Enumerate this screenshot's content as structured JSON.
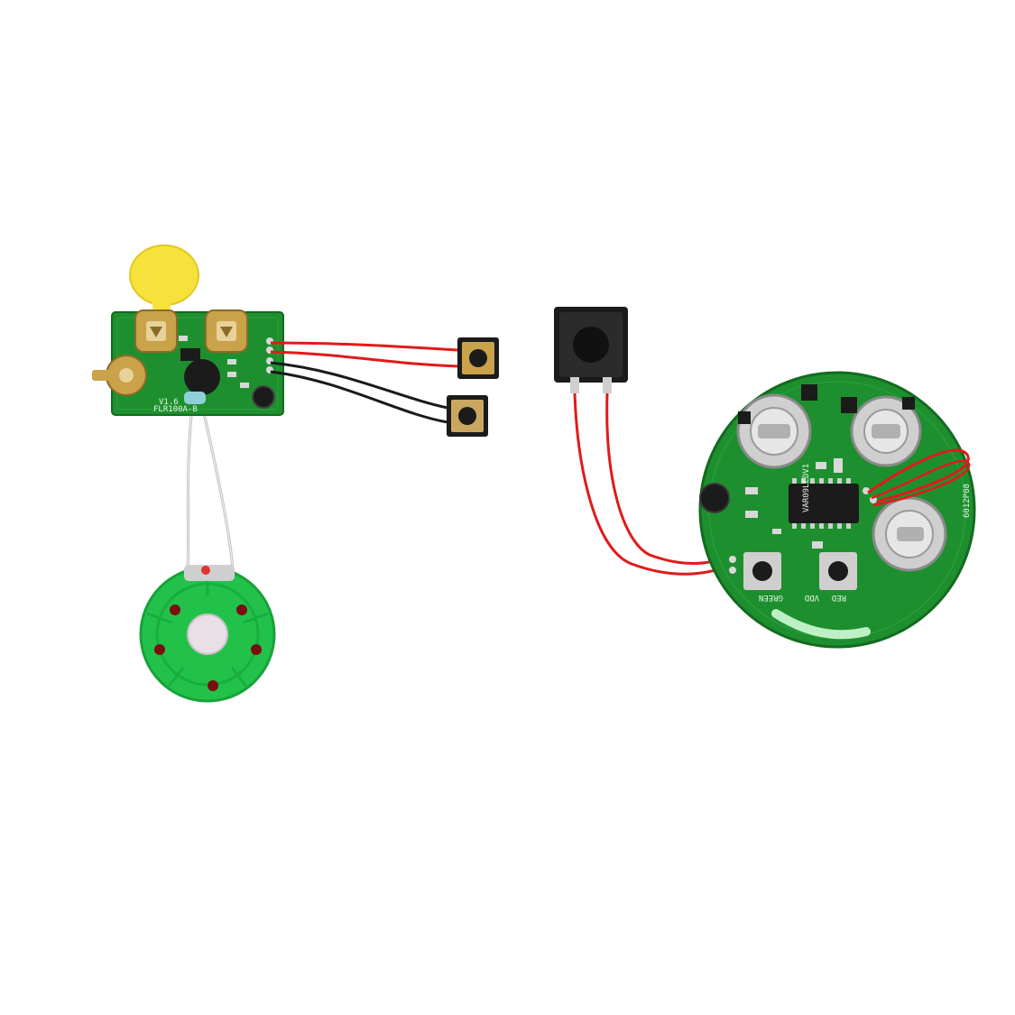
{
  "image": {
    "background": "#ffffff",
    "colors": {
      "pcb_green": "#1e8f2e",
      "pcb_dark": "#136b20",
      "speaker_green": "#22c24a",
      "wire_red": "#e11a1a",
      "wire_black": "#1a1a1a",
      "battery_gold": "#c9a24a",
      "silver": "#cfcfcf",
      "chip_black": "#1b1b1b",
      "yellow_cap": "#f6e23a"
    }
  },
  "left_module": {
    "board_labels": {
      "version": "V1.6",
      "model": "FLR100A-B"
    }
  },
  "right_module": {
    "board_labels": {
      "green": "GREEN",
      "vdd": "VDD",
      "red": "RED",
      "chip_code": "VAR09LEDV1",
      "serial": "6012P08"
    }
  }
}
